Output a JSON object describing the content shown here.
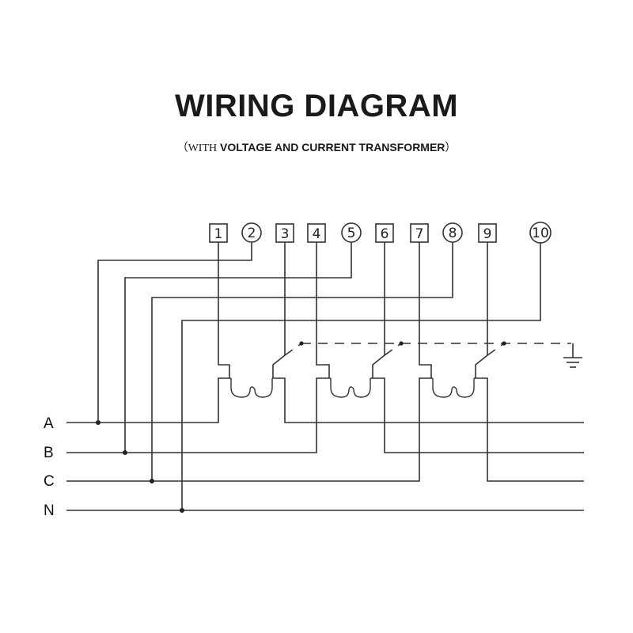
{
  "header": {
    "title": "WIRING DIAGRAM",
    "subtitle_open": "（WITH",
    "subtitle_main": " VOLTAGE AND CURRENT TRANSFORMER",
    "subtitle_close": "）"
  },
  "terminals": [
    {
      "label": "1",
      "shape": "square"
    },
    {
      "label": "2",
      "shape": "circle"
    },
    {
      "label": "3",
      "shape": "square"
    },
    {
      "label": "4",
      "shape": "square"
    },
    {
      "label": "5",
      "shape": "circle"
    },
    {
      "label": "6",
      "shape": "square"
    },
    {
      "label": "7",
      "shape": "square"
    },
    {
      "label": "8",
      "shape": "circle"
    },
    {
      "label": "9",
      "shape": "square"
    },
    {
      "label": "10",
      "shape": "circle"
    }
  ],
  "phases": [
    "A",
    "B",
    "C",
    "N"
  ],
  "icons": {
    "ground": "ground-symbol-icon",
    "transformer": "current-transformer-icon"
  },
  "colors": {
    "line": "#333333",
    "text": "#1a1a1a"
  }
}
